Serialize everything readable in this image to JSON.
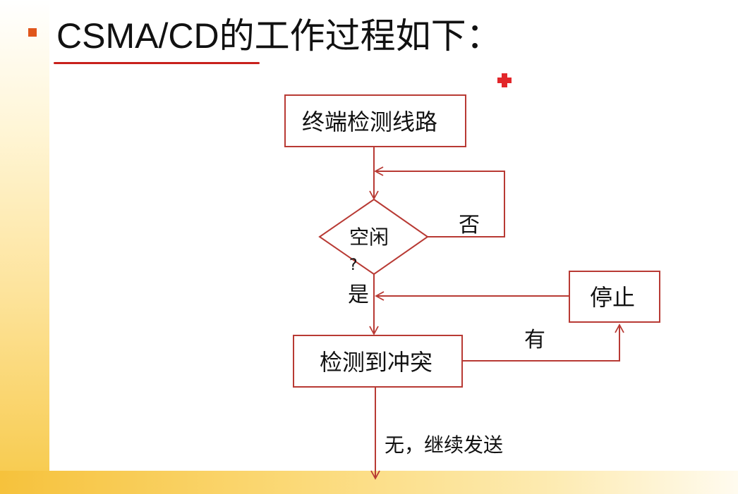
{
  "slide": {
    "title": "CSMA/CD的工作过程如下：",
    "colors": {
      "accent": "#e0561b",
      "flow_line": "#b83a34",
      "annotation": "#c8201c"
    }
  },
  "flowchart": {
    "start_box": "终端检测线路",
    "decision": {
      "label": "空闲",
      "question_mark": "?"
    },
    "no_label": "否",
    "yes_label": "是",
    "stop_box": "停止",
    "collision_box": "检测到冲突",
    "has_label": "有",
    "continue_label": "无，继续发送"
  }
}
